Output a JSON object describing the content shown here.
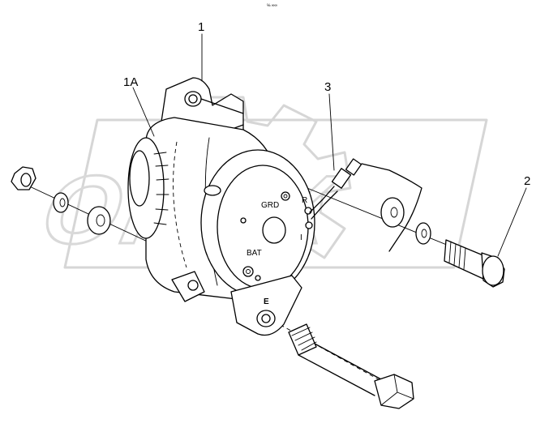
{
  "header": {
    "mark": "℅ ∞∞"
  },
  "callouts": {
    "c1": "1",
    "c1a": "1A",
    "c2": "2",
    "c3": "3"
  },
  "terminals": {
    "grd": "GRD",
    "r": "R",
    "i": "I",
    "bat": "BAT",
    "e": "E"
  },
  "watermark": {
    "text": "OPEX"
  }
}
